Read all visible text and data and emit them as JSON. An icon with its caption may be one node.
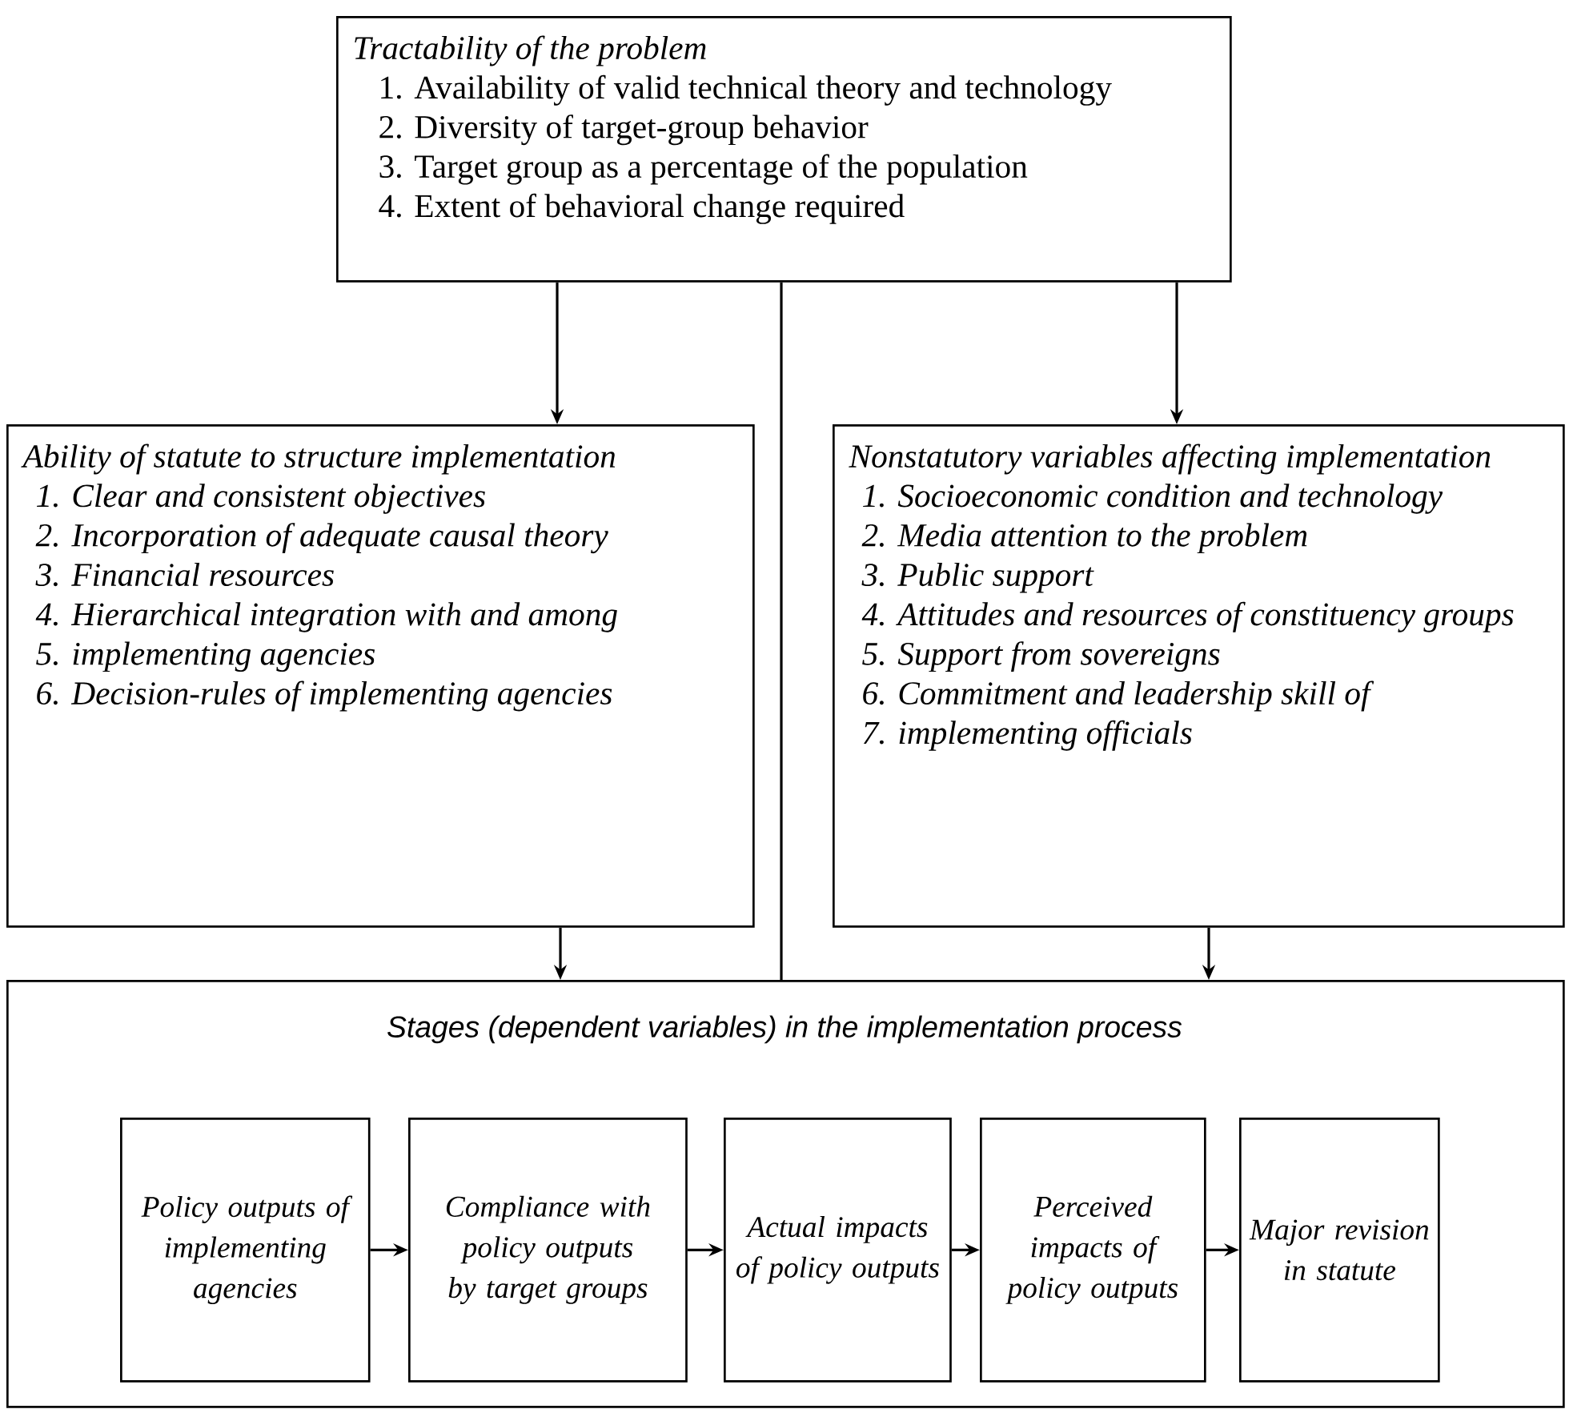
{
  "diagram": {
    "nodes": [
      {
        "text": [
          "Tractability of the problem",
          "1. Availability of valid technical theory and technology",
          "2. Diversity of target-group behavior",
          "3. Target group as a percentage of the population",
          "4. Extent of behavioral change required"
        ]
      },
      {
        "text": [
          "Ability of statute to structure implementation",
          "1. Clear and consistent objectives",
          "2. Incorporation of adequate causal theory",
          "3. Financial resources",
          "4. Hierarchical integration with and among",
          "5. implementing agencies",
          "6. Decision-rules of implementing agencies"
        ]
      },
      {
        "text": [
          "Nonstatutory variables affecting implementation",
          "1. Socioeconomic condition and technology",
          "2. Media attention to the problem",
          "3. Public support",
          "4. Attitudes and resources of constituency groups",
          "5. Support from sovereigns",
          "6. Commitment and leadership skill of",
          "7. implementing officials"
        ]
      },
      {
        "text": [
          "Stages (dependent variables) in the implementation process"
        ]
      },
      {
        "text": [
          "Policy outputs of implementing agencies"
        ],
        "in": 3
      },
      {
        "text": [
          "Compliance with policy outputs by target groups"
        ],
        "in": 3
      },
      {
        "text": [
          "Actual impacts of policy outputs"
        ],
        "in": 3
      },
      {
        "text": [
          "Perceived impacts of policy outputs"
        ],
        "in": 3
      },
      {
        "text": [
          "Major revision in statute"
        ],
        "in": 3
      }
    ],
    "edges": [
      {
        "from": 0,
        "to": 1,
        "arrow": "to"
      },
      {
        "from": 0,
        "to": 2,
        "arrow": "to"
      },
      {
        "from": 0,
        "to": 3,
        "arrow": "none"
      },
      {
        "from": 1,
        "to": 3,
        "arrow": "to"
      },
      {
        "from": 2,
        "to": 3,
        "arrow": "to"
      },
      {
        "from": 4,
        "to": 5,
        "arrow": "to"
      },
      {
        "from": 5,
        "to": 6,
        "arrow": "to"
      },
      {
        "from": 6,
        "to": 7,
        "arrow": "to"
      },
      {
        "from": 7,
        "to": 8,
        "arrow": "to"
      }
    ]
  }
}
